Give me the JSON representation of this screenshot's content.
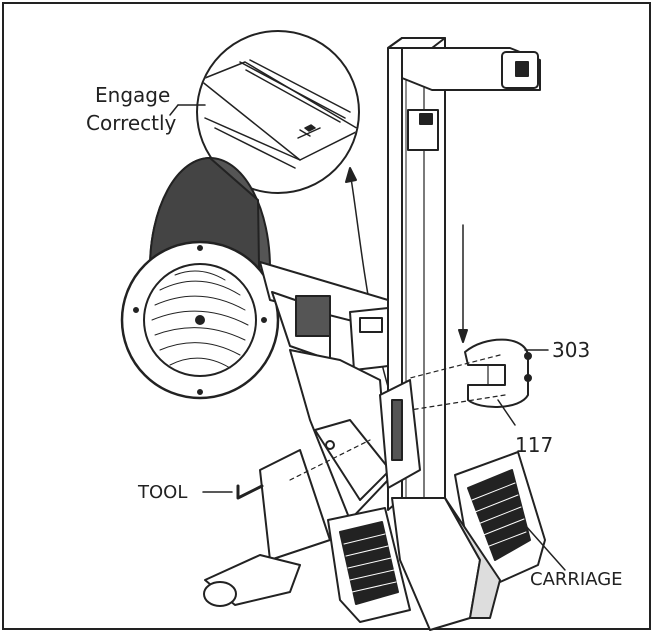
{
  "labels": {
    "engage_line1": "Engage",
    "engage_line2": "Correctly",
    "part_303": "303",
    "part_117": "117",
    "tool": "TOOL",
    "carriage": "CARRIAGE"
  },
  "colors": {
    "line": "#222222",
    "light_line": "#555555",
    "fill": "#ffffff",
    "dark_fill": "#333333"
  }
}
